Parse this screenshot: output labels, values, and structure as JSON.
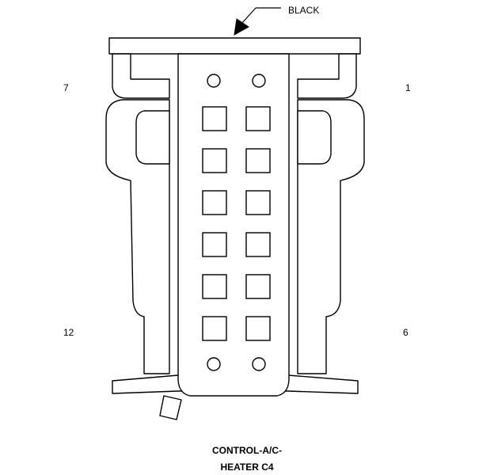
{
  "callout": {
    "label": "BLACK"
  },
  "pin_numbers": {
    "top_left": "7",
    "top_right": "1",
    "bottom_left": "12",
    "bottom_right": "6"
  },
  "caption": {
    "line1": "CONTROL-A/C-",
    "line2": "HEATER C4"
  },
  "colors": {
    "stroke": "#000000",
    "fill": "#ffffff"
  }
}
